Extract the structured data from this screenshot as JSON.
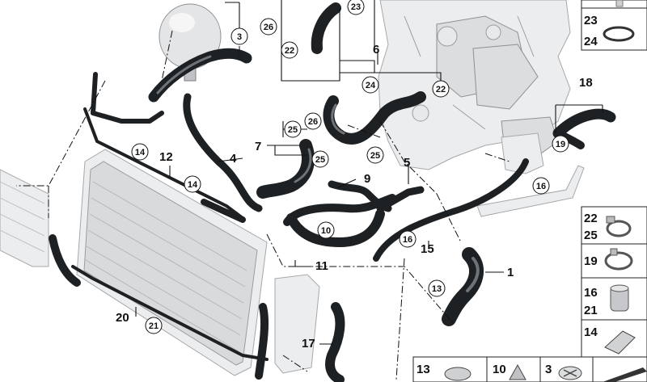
{
  "callouts": {
    "c3": "3",
    "c4": "4",
    "c5": "5",
    "c6": "6",
    "c7": "7",
    "c9": "9",
    "c10": "10",
    "c11": "11",
    "c12": "12",
    "c13": "13",
    "c14a": "14",
    "c14b": "14",
    "c15": "15",
    "c16a": "16",
    "c16b": "16",
    "c17": "17",
    "c18": "18",
    "c19": "19",
    "c20": "20",
    "c21": "21",
    "c22a": "22",
    "c22b": "22",
    "c23": "23",
    "c24": "24",
    "c25a": "25",
    "c25b": "25",
    "c25c": "25",
    "c26a": "26",
    "c26b": "26",
    "c1": "1"
  },
  "side_panels": {
    "p23_24": [
      "23",
      "24"
    ],
    "p22_25": [
      "22",
      "25"
    ],
    "p19": [
      "19"
    ],
    "p16_21": [
      "16",
      "21"
    ],
    "p14": [
      "14"
    ]
  },
  "bottom_panels": [
    "13",
    "10",
    "3"
  ]
}
